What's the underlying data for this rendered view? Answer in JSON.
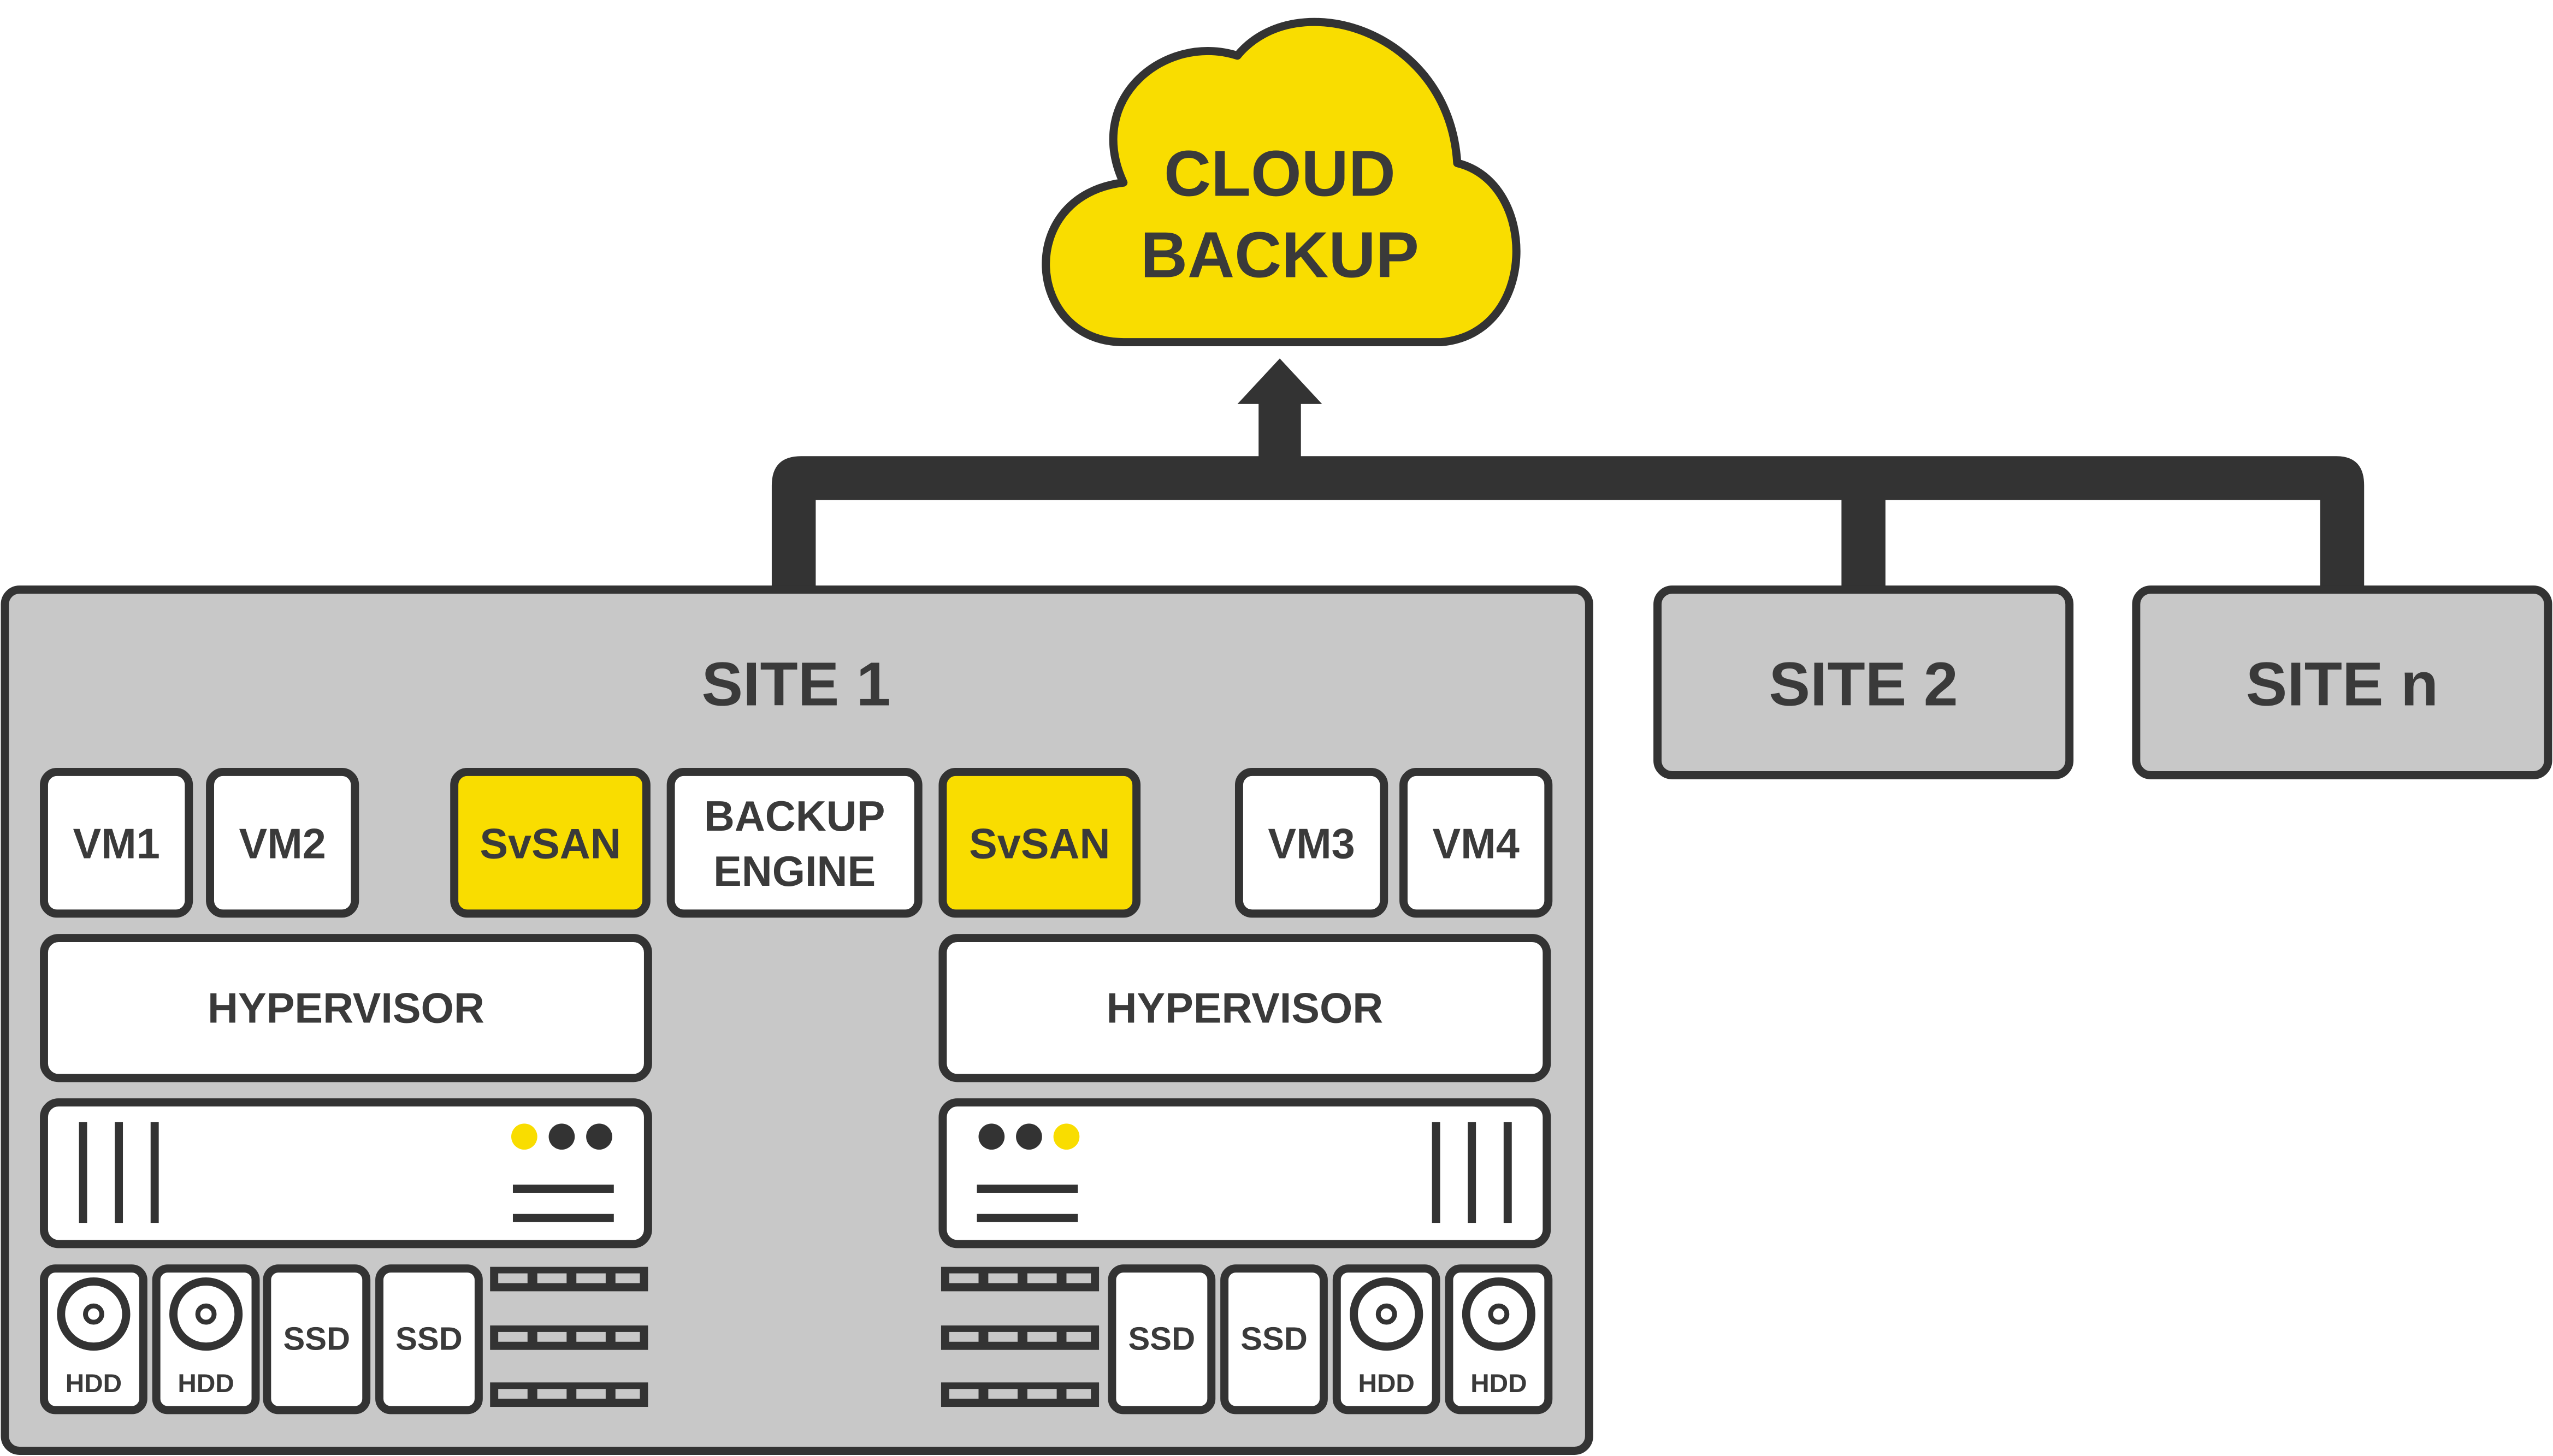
{
  "cloud": {
    "line1": "CLOUD",
    "line2": "BACKUP"
  },
  "sites": {
    "site1": "SITE 1",
    "site2": "SITE 2",
    "siten": "SITE n"
  },
  "vms": {
    "vm1": "VM1",
    "vm2": "VM2",
    "vm3": "VM3",
    "vm4": "VM4"
  },
  "svsan": "SvSAN",
  "backup_engine": {
    "line1": "BACKUP",
    "line2": "ENGINE"
  },
  "hypervisor": "HYPERVISOR",
  "drives": {
    "hdd": "HDD",
    "ssd": "SSD"
  },
  "colors": {
    "accent": "#f9dd00",
    "outline": "#333333",
    "site_fill": "#c8c8c8",
    "box_fill": "#ffffff",
    "text": "#3a3a3a"
  }
}
